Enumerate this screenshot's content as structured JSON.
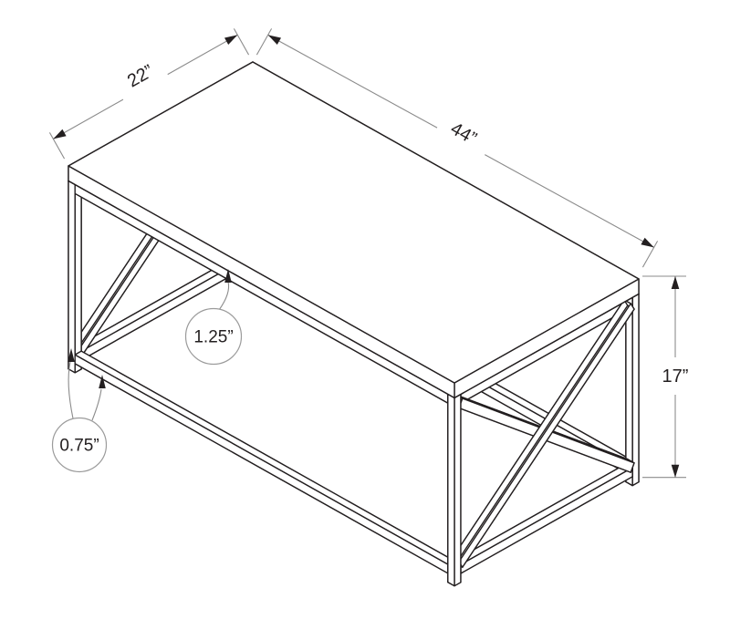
{
  "drawing": {
    "dim_depth": "22”",
    "dim_length": "44”",
    "dim_height": "17”",
    "callout_top_thickness": "1.25”",
    "callout_frame_thickness": "0.75”",
    "colors": {
      "line": "#231f20",
      "dimension": "#8b8b8b",
      "background": "#ffffff"
    }
  }
}
